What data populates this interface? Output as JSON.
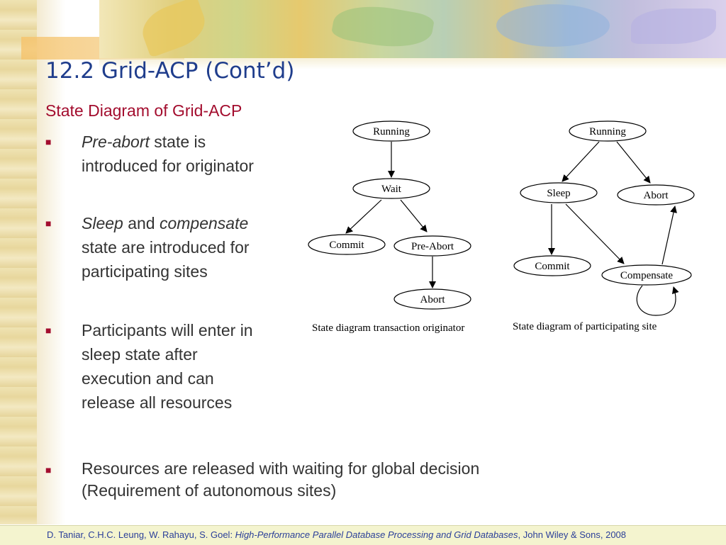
{
  "slide": {
    "title": "12.2 Grid-ACP (Cont’d)",
    "subtitle": "State Diagram of Grid-ACP",
    "bullets": [
      {
        "lines": [
          {
            "italic": "Pre-abort",
            "rest": " state is"
          },
          {
            "text": "introduced for originator"
          }
        ]
      },
      {
        "lines": [
          {
            "italic": "Sleep",
            "mid": " and ",
            "italic2": "compensate"
          },
          {
            "text": "state are introduced for"
          },
          {
            "text": "participating sites"
          }
        ]
      },
      {
        "lines": [
          {
            "text": "Participants will enter in"
          },
          {
            "text": "sleep state after"
          },
          {
            "text": "execution and can"
          },
          {
            "text": "release all resources"
          }
        ]
      },
      {
        "lines": [
          {
            "text": "Resources are released with waiting for global decision"
          },
          {
            "text": "(Requirement of autonomous sites)"
          }
        ]
      }
    ],
    "bullet_mark": "■"
  },
  "diagram_originator": {
    "nodes": {
      "running": "Running",
      "wait": "Wait",
      "commit": "Commit",
      "pre_abort": "Pre-Abort",
      "abort": "Abort"
    },
    "caption": "State diagram transaction originator"
  },
  "diagram_participant": {
    "nodes": {
      "running": "Running",
      "sleep": "Sleep",
      "abort": "Abort",
      "commit": "Commit",
      "compensate": "Compensate"
    },
    "caption": "State diagram of participating site"
  },
  "footer": {
    "authors": "D. Taniar, C.H.C. Leung, W. Rahayu, S. Goel: ",
    "book": "High-Performance Parallel Database Processing and Grid Databases",
    "publisher": ", John Wiley & Sons, 2008"
  },
  "colors": {
    "title": "#1f3d8c",
    "subtitle": "#a30d2e",
    "bullet_mark": "#a30d2e",
    "footer_text": "#2b3f99"
  }
}
